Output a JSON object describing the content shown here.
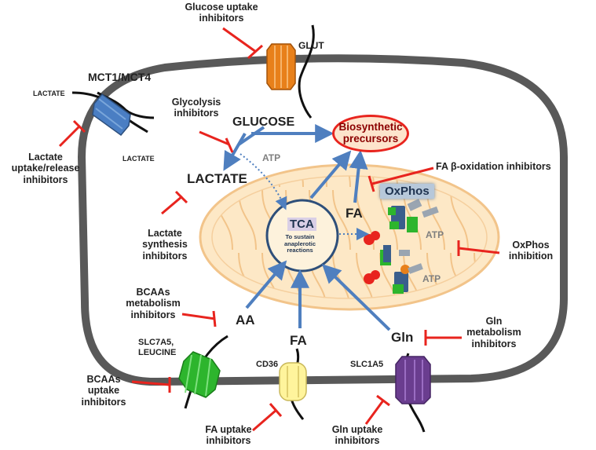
{
  "inhibitors": {
    "glucose_uptake": "Glucose uptake inhibitors",
    "glycolysis": "Glycolysis inhibitors",
    "lactate_transport": "Lactate uptake/release inhibitors",
    "lactate_synthesis": "Lactate synthesis inhibitors",
    "bcaa_metabolism": "BCAAs metabolism inhibitors",
    "bcaa_uptake": "BCAAs uptake inhibitors",
    "fa_uptake": "FA uptake inhibitors",
    "gln_uptake": "Gln uptake inhibitors",
    "gln_metabolism": "Gln metabolism inhibitors",
    "oxphos": "OxPhos inhibition",
    "fa_oxidation": "FA β-oxidation inhibitors"
  },
  "transporters": {
    "glut": "GLUT",
    "mct": "MCT1/MCT4",
    "slc7a5": "SLC7A5, LEUCINE",
    "cd36": "CD36",
    "slc1a5": "SLC1A5"
  },
  "metabolites": {
    "glucose": "GLUCOSE",
    "lactate": "LACTATE",
    "lactate_out_1": "LACTATE",
    "lactate_out_2": "LACTATE",
    "aa": "AA",
    "fa_cell": "FA",
    "fa_mito": "FA",
    "gln": "Gln",
    "atp_glycolysis": "ATP",
    "atp_1": "ATP",
    "atp_2": "ATP"
  },
  "mitochondrion": {
    "tca": "TCA",
    "tca_note": "To sustain anaplerotic reactions",
    "oxphos": "OxPhos"
  },
  "biosynthetic": "Biosynthetic precursors",
  "colors": {
    "arrow": "#4f7fbf",
    "inhibitor": "#e8241e",
    "membrane": "#595959",
    "mito_fill": "#fde8c6",
    "mito_stroke": "#f2c48a",
    "glut": "#e8801a",
    "mct": "#4a7ec3",
    "slc7a5": "#2db52d",
    "cd36": "#fff49c",
    "slc1a5": "#6a3d8f"
  }
}
